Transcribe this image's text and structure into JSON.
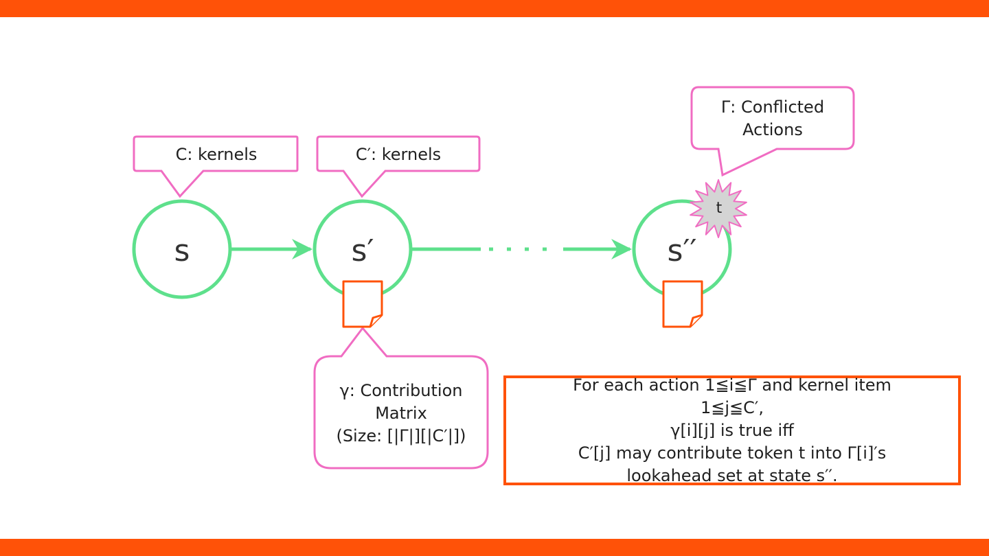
{
  "states": {
    "s": "s",
    "s_prime": "s′",
    "s_double_prime": "s′′"
  },
  "callouts": {
    "c_kernels": "C: kernels",
    "c_prime_kernels": "C′: kernels",
    "gamma_conflicted": "Γ: Conflicted\nActions",
    "gamma_contribution": "γ: Contribution\nMatrix\n(Size: [|Γ|][|C′|])"
  },
  "token_label": "t",
  "note": {
    "lines": [
      "For each action 1≦i≦Γ and kernel item",
      "1≦j≦C′,",
      "γ[i][j] is true iff",
      "C′[j] may contribute token t into Γ[i]′s",
      "lookahead set at state s′′."
    ]
  },
  "colors": {
    "accent_orange": "#ff5208",
    "state_green": "#5ee08c",
    "callout_pink": "#f06cc2",
    "burst_fill": "#d4d4d4"
  },
  "icons": {
    "document": "document-icon",
    "burst": "starburst-icon",
    "arrow": "arrow-icon"
  }
}
